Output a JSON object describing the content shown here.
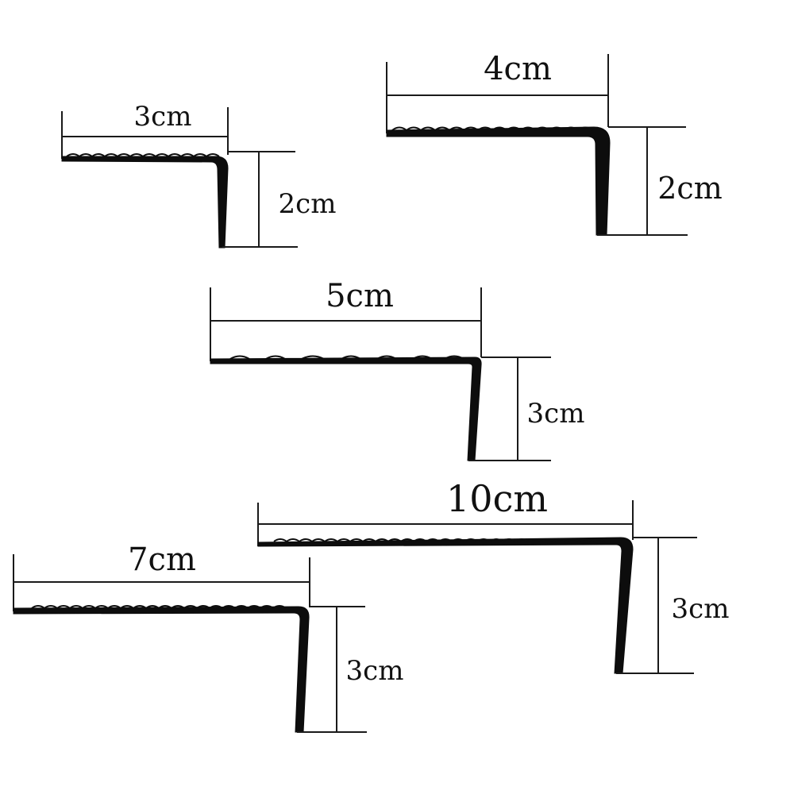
{
  "colors": {
    "ink": "#0d0d0d",
    "background": "#ffffff"
  },
  "profiles": [
    {
      "id": "p1",
      "width_label": "3cm",
      "height_label": "2cm"
    },
    {
      "id": "p2",
      "width_label": "4cm",
      "height_label": "2cm"
    },
    {
      "id": "p3",
      "width_label": "5cm",
      "height_label": "3cm"
    },
    {
      "id": "p4",
      "width_label": "10cm",
      "height_label": "3cm"
    },
    {
      "id": "p5",
      "width_label": "7cm",
      "height_label": "3cm"
    }
  ]
}
